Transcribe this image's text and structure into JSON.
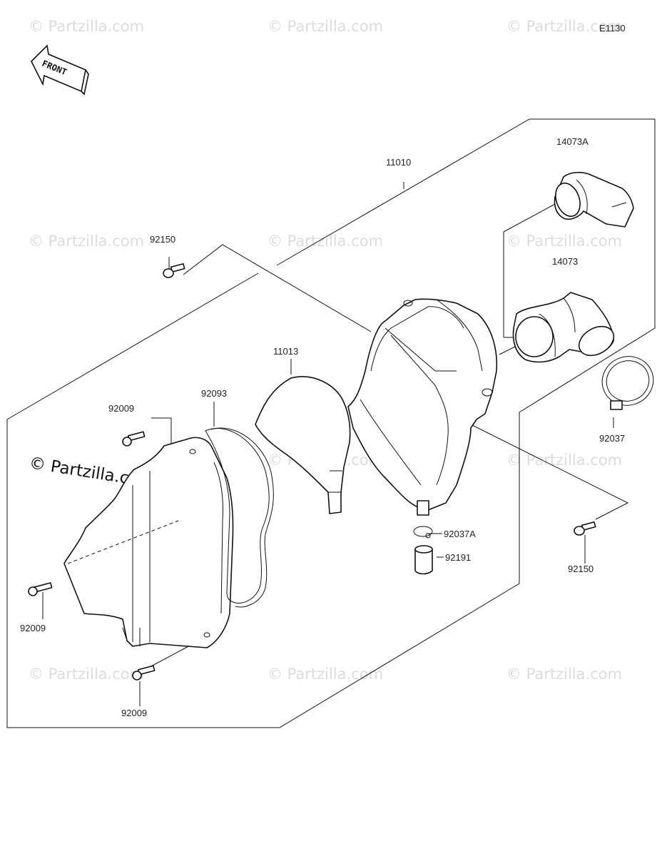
{
  "diagram_code": "E1130",
  "front_label": "FRONT",
  "watermark_text": "© Partzilla.com",
  "labels": {
    "p11010": "11010",
    "p14073A": "14073A",
    "p14073": "14073",
    "p92150_top": "92150",
    "p92150_right": "92150",
    "p11013": "11013",
    "p92093": "92093",
    "p92009_a": "92009",
    "p92009_b": "92009",
    "p92009_c": "92009",
    "p92037": "92037",
    "p92037A": "92037A",
    "p92191": "92191"
  }
}
